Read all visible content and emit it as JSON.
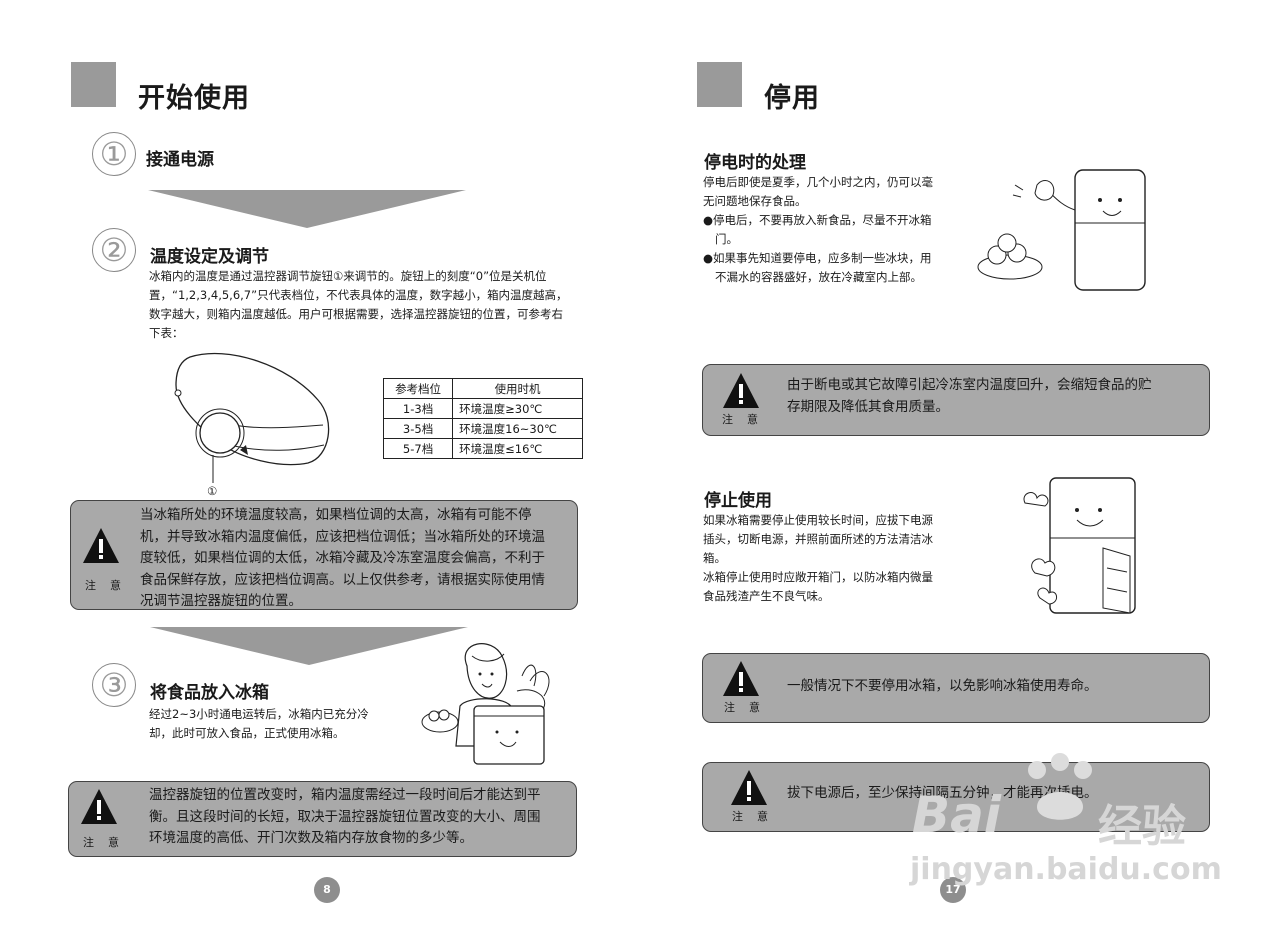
{
  "left": {
    "section_title": "开始使用",
    "step1": {
      "num": "①",
      "title": "接通电源"
    },
    "step2": {
      "num": "②",
      "title": "温度设定及调节",
      "body": [
        "冰箱内的温度是通过温控器调节旋钮①来调节的。旋钮上的刻度“0”位是关机位",
        "置，“1,2,3,4,5,6,7”只代表档位，不代表具体的温度，数字越小，箱内温度越高，",
        "数字越大，则箱内温度越低。用户可根据需要，选择温控器旋钮的位置，可参考右",
        "下表："
      ],
      "knob_label": "①"
    },
    "table": {
      "headers": [
        "参考档位",
        "使用时机"
      ],
      "rows": [
        [
          "1-3档",
          "环境温度≥30℃"
        ],
        [
          "3-5档",
          "环境温度16~30℃"
        ],
        [
          "5-7档",
          "环境温度≤16℃"
        ]
      ]
    },
    "warn1": {
      "label": "注意",
      "lines": [
        "当冰箱所处的环境温度较高，如果档位调的太高，冰箱有可能不停",
        "机，并导致冰箱内温度偏低，应该把档位调低；当冰箱所处的环境温",
        "度较低，如果档位调的太低，冰箱冷藏及冷冻室温度会偏高，不利于",
        "食品保鲜存放，应该把档位调高。以上仅供参考，请根据实际使用情",
        "况调节温控器旋钮的位置。"
      ]
    },
    "step3": {
      "num": "③",
      "title": "将食品放入冰箱",
      "body": [
        "经过2~3小时通电运转后，冰箱内已充分冷",
        "却，此时可放入食品，正式使用冰箱。"
      ]
    },
    "warn2": {
      "label": "注意",
      "lines": [
        "温控器旋钮的位置改变时，箱内温度需经过一段时间后才能达到平",
        "衡。且这段时间的长短，取决于温控器旋钮位置改变的大小、周围",
        "环境温度的高低、开门次数及箱内存放食物的多少等。"
      ]
    },
    "page": "8"
  },
  "right": {
    "section_title": "停用",
    "power_out": {
      "title": "停电时的处理",
      "lines": [
        "停电后即使是夏季，几个小时之内，仍可以毫",
        "无问题地保存食品。",
        "●停电后，不要再放入新食品，尽量不开冰箱",
        "  门。",
        "●如果事先知道要停电，应多制一些冰块，用",
        "  不漏水的容器盛好，放在冷藏室内上部。"
      ]
    },
    "warn1": {
      "label": "注意",
      "lines": [
        "由于断电或其它故障引起冷冻室内温度回升，会缩短食品的贮",
        "存期限及降低其食用质量。"
      ]
    },
    "stop_use": {
      "title": "停止使用",
      "lines": [
        "如果冰箱需要停止使用较长时间，应拔下电源",
        "插头，切断电源，并照前面所述的方法清洁冰",
        "箱。",
        "冰箱停止使用时应敞开箱门，以防冰箱内微量",
        "食品残渣产生不良气味。"
      ]
    },
    "warn2": {
      "label": "注意",
      "lines": [
        "一般情况下不要停用冰箱，以免影响冰箱使用寿命。"
      ]
    },
    "warn3": {
      "label": "注意",
      "lines": [
        "拔下电源后，至少保持间隔五分钟，才能再次插电。"
      ]
    },
    "page": "17"
  },
  "watermark": {
    "brand": "Bai",
    "brand2": "经验",
    "url": "jingyan.baidu.com"
  }
}
